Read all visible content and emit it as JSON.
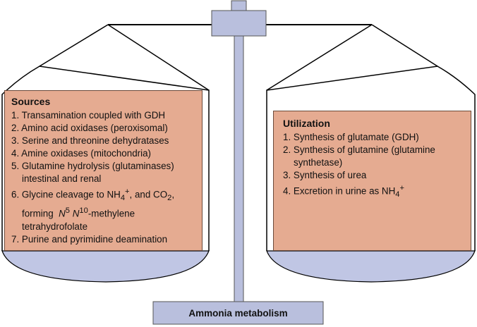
{
  "title": "Ammonia metabolism",
  "colors": {
    "pan_fill": "#c0c6e4",
    "scale_fill": "#b9bfdd",
    "box_fill": "#e5ab91",
    "outline": "#000000"
  },
  "sources": {
    "heading": "Sources",
    "items": [
      "1. Transamination coupled with GDH",
      "2. Amino acid oxidases (peroxisomal)",
      "3. Serine and threonine dehydratases",
      "4. Amine oxidases (mitochondria)",
      "5. Glutamine hydrolysis (glutaminases)",
      "intestinal and renal",
      "6. Glycine cleavage to NH",
      "4",
      "+",
      ", and CO",
      "2",
      ",",
      "forming",
      "N",
      "5",
      "N",
      "10",
      "-methylene",
      "tetrahydrofolate",
      "7. Purine and pyrimidine deamination"
    ]
  },
  "utilization": {
    "heading": "Utilization",
    "items": [
      "1. Synthesis of glutamate (GDH)",
      "2. Synthesis of glutamine (glutamine",
      "synthetase)",
      "3. Synthesis of urea",
      "4. Excretion in urine as NH",
      "4",
      "+"
    ]
  }
}
